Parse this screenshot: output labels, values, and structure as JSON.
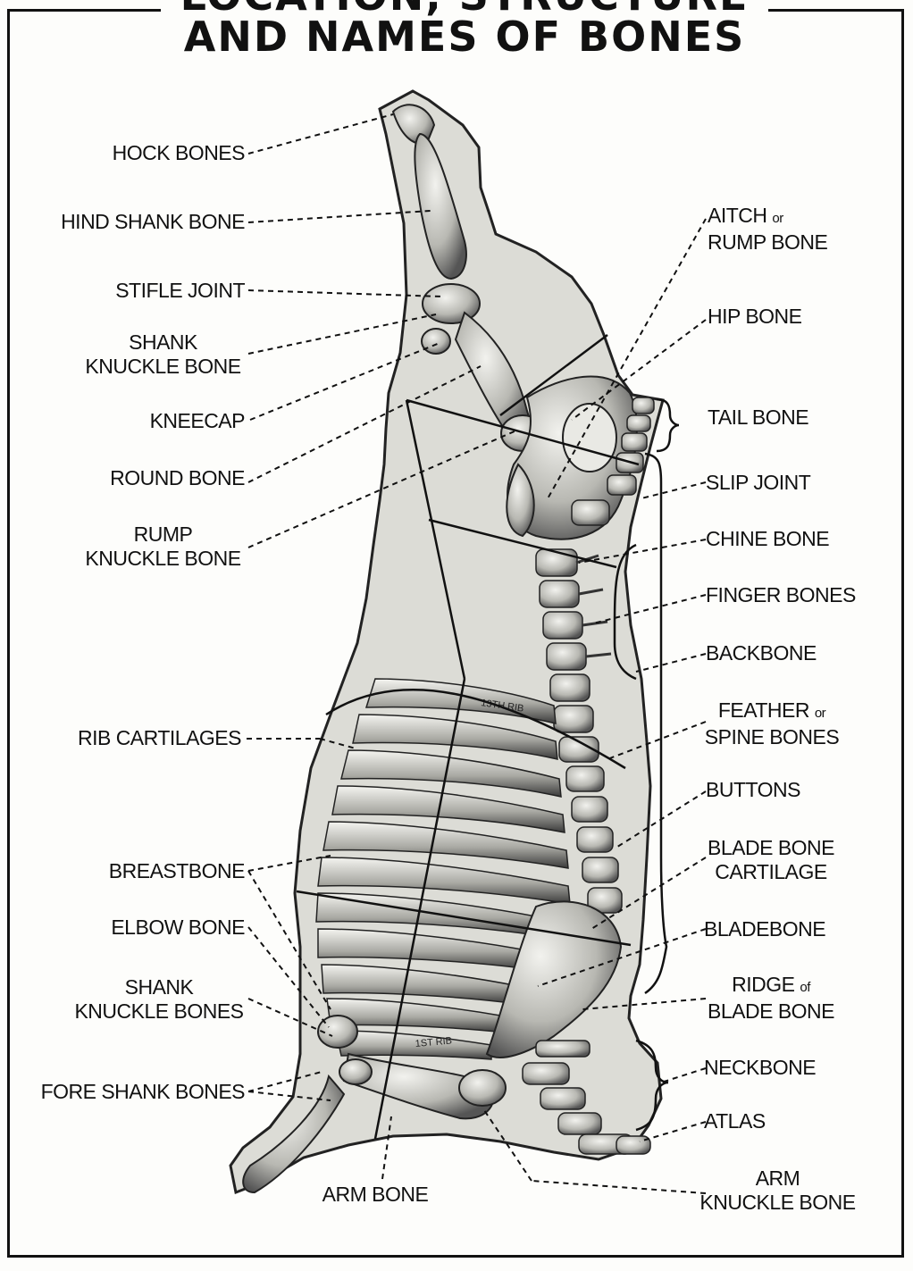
{
  "title": {
    "line1": "LOCATION, STRUCTURE",
    "line2": "AND NAMES OF BONES"
  },
  "labels": {
    "hock_bones": "HOCK BONES",
    "hind_shank_bone": "HIND SHANK BONE",
    "stifle_joint": "STIFLE JOINT",
    "shank_knuckle_bone_1": "SHANK",
    "shank_knuckle_bone_2": "KNUCKLE BONE",
    "kneecap": "KNEECAP",
    "round_bone": "ROUND BONE",
    "rump_knuckle_bone_1": "RUMP",
    "rump_knuckle_bone_2": "KNUCKLE BONE",
    "rib_cartilages": "RIB CARTILAGES",
    "breastbone": "BREASTBONE",
    "elbow_bone": "ELBOW  BONE",
    "shank_knuckle_bones_1": "SHANK",
    "shank_knuckle_bones_2": "KNUCKLE BONES",
    "fore_shank_bones": "FORE SHANK BONES",
    "arm_bone": "ARM BONE",
    "aitch_1": "AITCH",
    "aitch_or": "or",
    "aitch_2": "RUMP BONE",
    "hip_bone": "HIP BONE",
    "tail_bone": "TAIL BONE",
    "slip_joint": "SLIP JOINT",
    "chine_bone": "CHINE BONE",
    "finger_bones": "FINGER BONES",
    "backbone": "BACKBONE",
    "feather_1": "FEATHER",
    "feather_or": "or",
    "feather_2": "SPINE BONES",
    "buttons": "BUTTONS",
    "blade_cartilage_1": "BLADE BONE",
    "blade_cartilage_2": "CARTILAGE",
    "bladebone": "BLADEBONE",
    "ridge_1": "RIDGE",
    "ridge_of": "of",
    "ridge_2": "BLADE BONE",
    "neckbone": "NECKBONE",
    "atlas": "ATLAS",
    "arm_knuckle_1": "ARM",
    "arm_knuckle_2": "KNUCKLE BONE"
  },
  "rib_marks": {
    "thirteenth": "13TH RIB",
    "first": "1ST RIB"
  }
}
